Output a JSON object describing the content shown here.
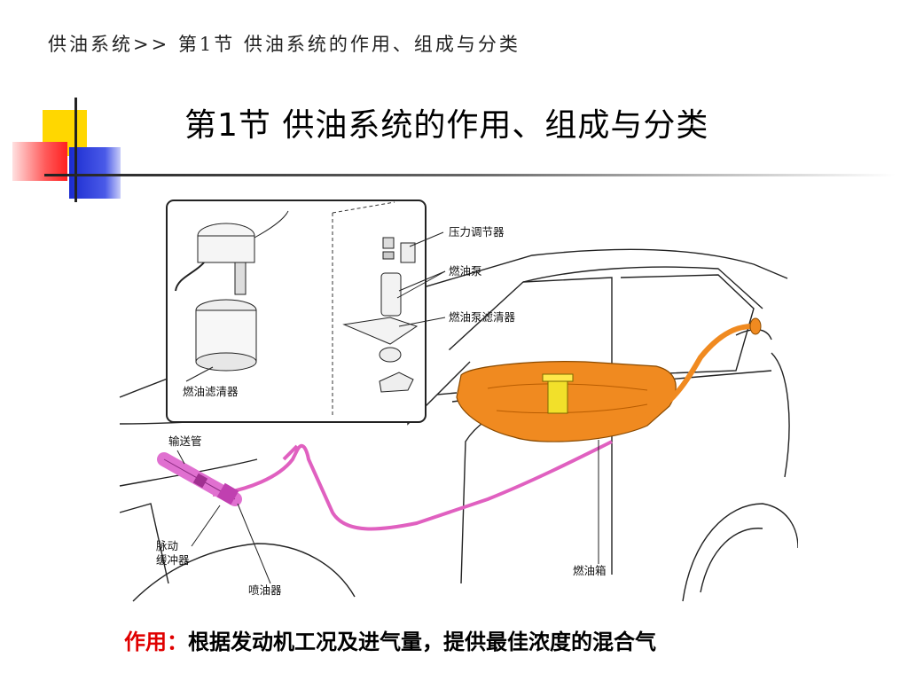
{
  "slide": {
    "breadcrumb": "供油系统>> 第1节 供油系统的作用、组成与分类",
    "title": "第1节  供油系统的作用、组成与分类",
    "diagram_labels": {
      "pressure_regulator": "压力调节器",
      "fuel_pump": "燃油泵",
      "fuel_pump_strainer": "燃油泵滤清器",
      "fuel_filter": "燃油滤清器",
      "delivery_pipe": "输送管",
      "pulsation_damper_1": "脉动",
      "pulsation_damper_2": "缓冲器",
      "injector": "喷油器",
      "fuel_tank": "燃油箱"
    },
    "caption": {
      "key": "作用：",
      "value": "根据发动机工况及进气量，提供最佳浓度的混合气"
    }
  },
  "colors": {
    "accent_yellow": "#ffd700",
    "accent_blue": "#2e3fd0",
    "accent_red": "#ff4040",
    "tank_orange": "#f08a20",
    "fuel_line_pink": "#e060c0"
  }
}
